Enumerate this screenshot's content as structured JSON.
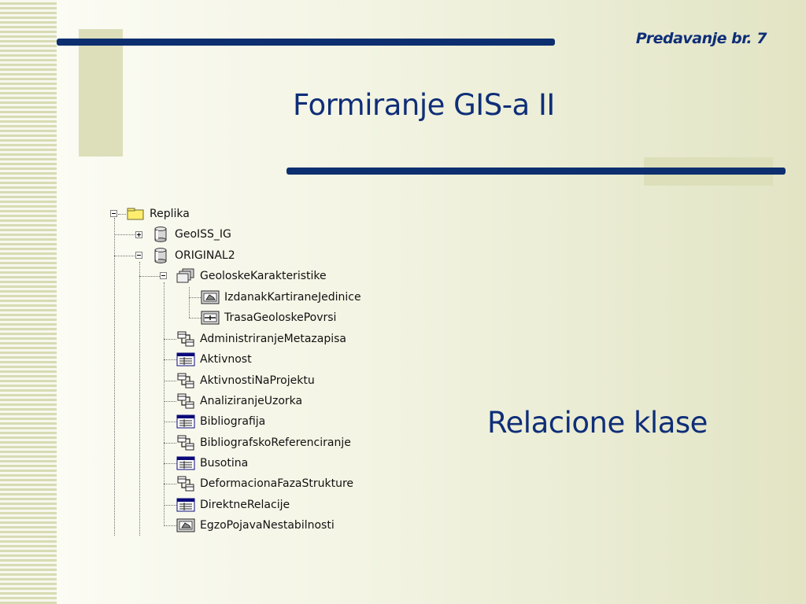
{
  "header": {
    "lecture": "Predavanje br. 7",
    "title": "Formiranje GIS-a II"
  },
  "content": {
    "caption": "Relacione klase"
  },
  "tree": {
    "root": {
      "label": "Replika",
      "icon": "folder-icon",
      "expanded": true
    },
    "databases": [
      {
        "label": "GeoISS_IG",
        "icon": "database-icon",
        "expanded": false
      },
      {
        "label": "ORIGINAL2",
        "icon": "database-icon",
        "expanded": true
      }
    ],
    "dataset": {
      "label": "GeoloskeKarakteristike",
      "icon": "feature-dataset-icon",
      "expanded": true
    },
    "feature_classes": [
      {
        "label": "IzdanakKartiraneJedinice",
        "icon": "polygon-feature-class-icon"
      },
      {
        "label": "TrasaGeoloskePovrsi",
        "icon": "line-feature-class-icon"
      }
    ],
    "items": [
      {
        "label": "AdministriranjeMetazapisa",
        "icon": "relationship-class-icon"
      },
      {
        "label": "Aktivnost",
        "icon": "table-icon"
      },
      {
        "label": "AktivnostiNaProjektu",
        "icon": "relationship-class-icon"
      },
      {
        "label": "AnaliziranjeUzorka",
        "icon": "relationship-class-icon"
      },
      {
        "label": "Bibliografija",
        "icon": "table-icon"
      },
      {
        "label": "BibliografskoReferenciranje",
        "icon": "relationship-class-icon"
      },
      {
        "label": "Busotina",
        "icon": "table-icon"
      },
      {
        "label": "DeformacionaFazaStrukture",
        "icon": "relationship-class-icon"
      },
      {
        "label": "DirektneRelacije",
        "icon": "table-icon"
      },
      {
        "label": "EgzoPojavaNestabilnosti",
        "icon": "polygon-feature-class-icon"
      }
    ]
  },
  "colors": {
    "accent": "#0d2f6f",
    "title_text": "#0f2e78",
    "stripe": "#d8dbb3",
    "highlight_block": "#dcdfb9"
  }
}
